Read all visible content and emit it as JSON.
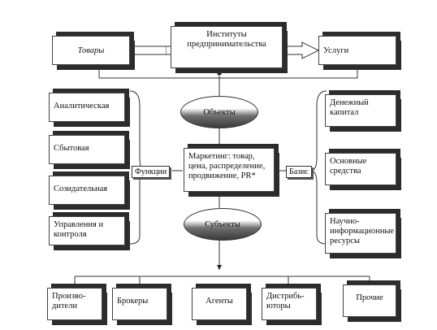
{
  "center_top": {
    "line1": "Институты",
    "line2": "предпринимательства"
  },
  "left_top": "Товары",
  "right_top": "Услуги",
  "ellipse_objects": "Объекты",
  "ellipse_subjects": "Субъекты",
  "marketing": {
    "line1": "Маркетинг: товар,",
    "line2": "цена, распределение,",
    "line3": "продвижение, PR*"
  },
  "functions_label": "Функции",
  "basis_label": "Базис",
  "functions": [
    {
      "line1": "Аналитическая",
      "line2": ""
    },
    {
      "line1": "Сбытовая",
      "line2": ""
    },
    {
      "line1": "Созидательная",
      "line2": ""
    },
    {
      "line1": "Управления и",
      "line2": "контроля"
    }
  ],
  "basis": [
    {
      "line1": "Денежный",
      "line2": "капитал",
      "line3": ""
    },
    {
      "line1": "Основные",
      "line2": "средства",
      "line3": ""
    },
    {
      "line1": "Научно-",
      "line2": "информационные",
      "line3": "ресурсы"
    }
  ],
  "subjects": [
    {
      "line1": "Произво-",
      "line2": "дители"
    },
    {
      "line1": "Брокеры",
      "line2": ""
    },
    {
      "line1": "Агенты",
      "line2": ""
    },
    {
      "line1": "Дистрибь-",
      "line2": "юторы"
    },
    {
      "line1": "Прочие",
      "line2": ""
    }
  ]
}
